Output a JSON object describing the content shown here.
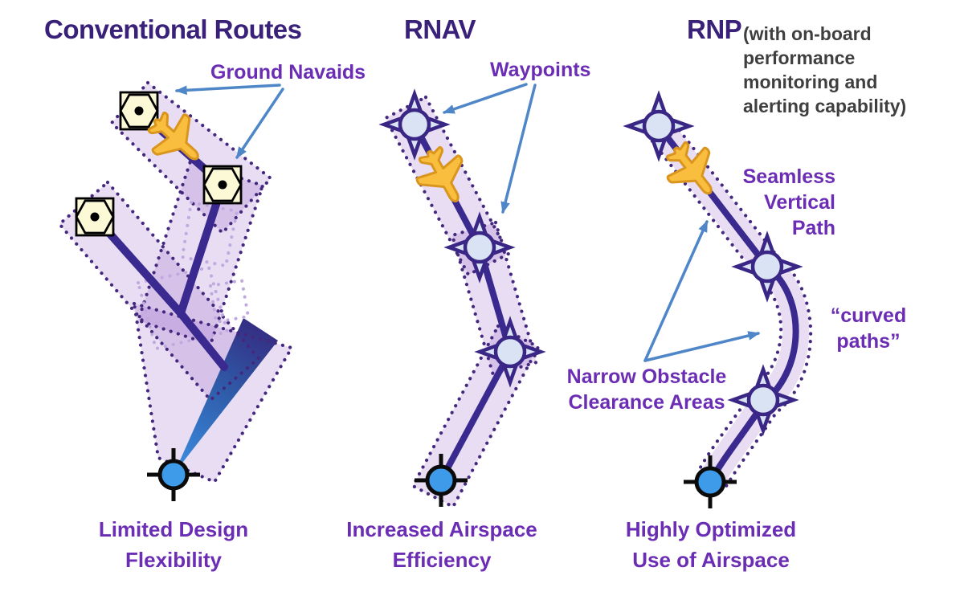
{
  "columns": {
    "conventional": {
      "title": "Conventional Routes",
      "labels": {
        "ground_navaids": "Ground Navaids"
      },
      "caption": [
        "Limited Design",
        "Flexibility"
      ]
    },
    "rnav": {
      "title": "RNAV",
      "labels": {
        "waypoints": "Waypoints"
      },
      "caption": [
        "Increased Airspace",
        "Efficiency"
      ]
    },
    "rnp": {
      "title": "RNP",
      "subtitle_lines": [
        "(with on-board",
        "performance",
        "monitoring and",
        "alerting capability)"
      ],
      "labels": {
        "seamless": [
          "Seamless",
          "Vertical",
          "Path"
        ],
        "curved": [
          "“curved",
          "paths”"
        ],
        "narrow": [
          "Narrow Obstacle",
          "Clearance Areas"
        ]
      },
      "caption": [
        "Highly Optimized",
        "Use of Airspace"
      ]
    }
  },
  "icons": {
    "vor_navaid": "square-with-hexagon-and-dot (ground navaid / VOR)",
    "waypoint": "four-pointed-star-with-circle",
    "airport": "blue-circle-with-crosshair",
    "airplane": "yellow-jet-top-view"
  },
  "colors": {
    "title_purple": "#392179",
    "label_purple": "#6B2DB4",
    "subtitle_gray": "#3F3F3F",
    "route_indigo": "#3A2A8F",
    "corridor_lavender": "#E9DDF4",
    "corridor_dot": "#44287E",
    "arrow_blue": "#4E86C8",
    "plane_yellow": "#F9BE3D",
    "plane_outline": "#D9951E",
    "airport_blue": "#3D9BEA",
    "waypoint_fill": "#D9E3F4",
    "vor_fill": "#FCFAD6",
    "wedge_top": "#352A80",
    "wedge_bottom": "#3B8EE2"
  }
}
